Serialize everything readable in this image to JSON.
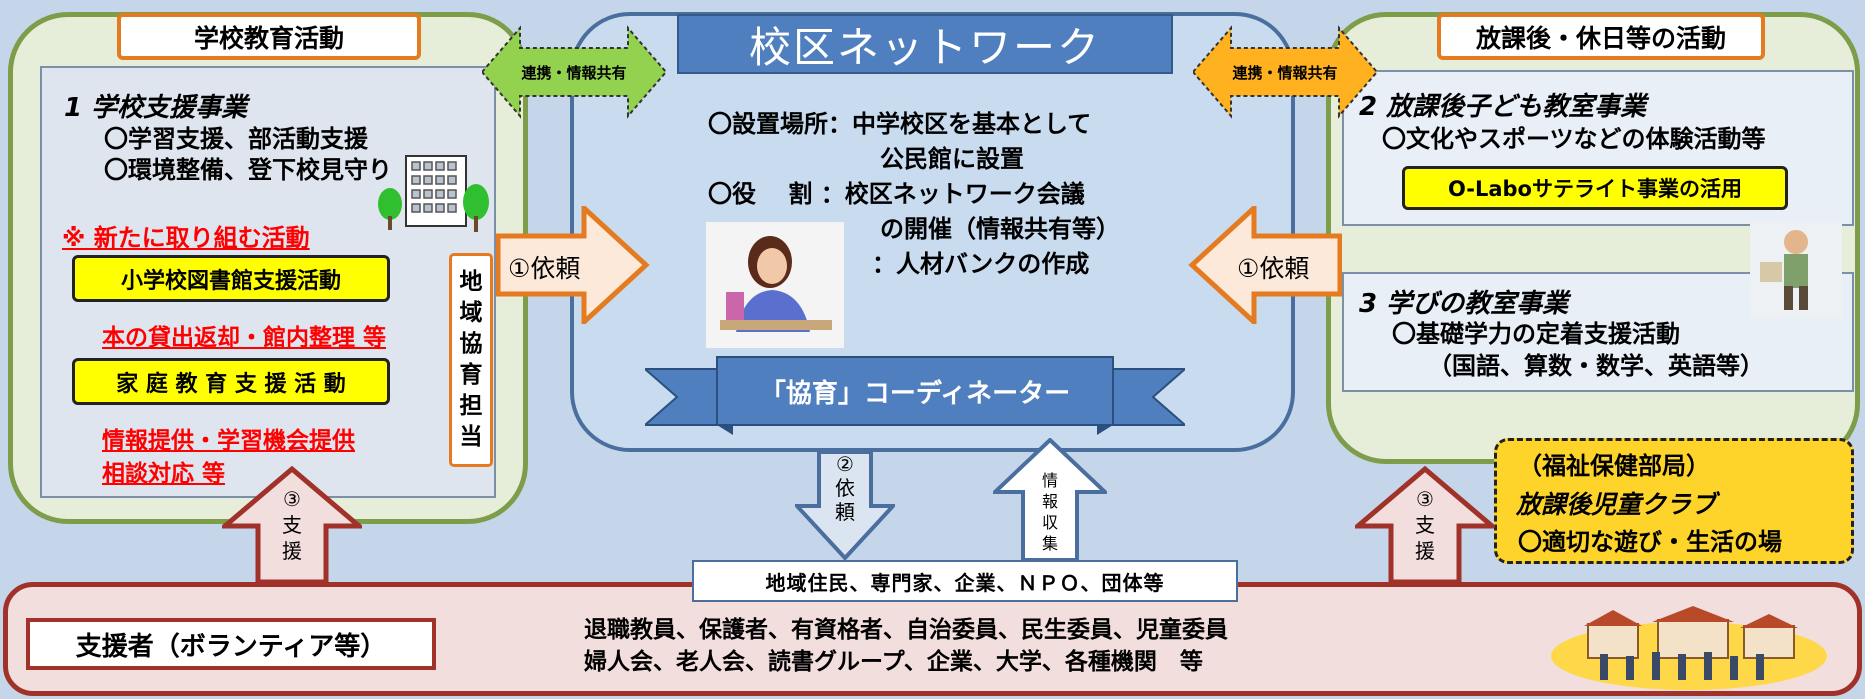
{
  "left": {
    "title": "学校教育活動",
    "heading": "1 学校支援事業",
    "line1": "〇学習支援、部活動支援",
    "line2": "〇環境整備、登下校見守り",
    "new_label": "※ 新たに取り組む活動",
    "library_box": "小学校図書館支援活動",
    "library_note": "本の貸出返却・館内整理 等",
    "family_box": "家 庭 教 育 支 援 活 動",
    "family_note_1": "情報提供・学習機会提供",
    "family_note_2": "相談対応 等",
    "vertical": [
      "地",
      "域",
      "協",
      "育",
      "担",
      "当"
    ]
  },
  "center": {
    "title": "校区ネットワーク",
    "line1": "〇設置場所：中学校区を基本として",
    "line2": "公民館に設置",
    "line3": "〇役　 割 ：校区ネットワーク会議",
    "line4": "の開催（情報共有等）",
    "line5": "：人材バンクの作成",
    "ribbon": "「協育」コーディネーター"
  },
  "right": {
    "title": "放課後・休日等の活動",
    "heading2": "2 放課後子ども教室事業",
    "line2a": "〇文化やスポーツなどの体験活動等",
    "olabo": "O-Laboサテライト事業の活用",
    "heading3": "3 学びの教室事業",
    "line3a": "〇基礎学力の定着支援活動",
    "line3b": "（国語、算数・数学、英語等）",
    "club_1": "（福祉保健部局）",
    "club_2": "放課後児童クラブ",
    "club_3": "〇適切な遊び・生活の場"
  },
  "arrows": {
    "link_left": "連携・情報共有",
    "link_right": "連携・情報共有",
    "request_left": "①依頼",
    "request_right": "①依頼",
    "request_down": [
      "②",
      "依",
      "頼"
    ],
    "info_up": [
      "情",
      "報",
      "収",
      "集"
    ],
    "support_left": [
      "③",
      "支",
      "援"
    ],
    "support_right": [
      "③",
      "支",
      "援"
    ]
  },
  "bottom": {
    "community": "地域住民、専門家、企業、ＮＰＯ、団体等",
    "supporters": "支援者（ボランティア等）",
    "members_1": "退職教員、保護者、有資格者、自治委員、民生委員、児童委員",
    "members_2": "婦人会、老人会、読書グループ、企業、大学、各種機関　等"
  },
  "colors": {
    "green_border": "#7e9d4a",
    "blue_border": "#4a6f9f",
    "orange": "#e47b21",
    "yellow": "#ffff00",
    "red_text": "#ff0000",
    "bottom_border": "#a0322a"
  }
}
